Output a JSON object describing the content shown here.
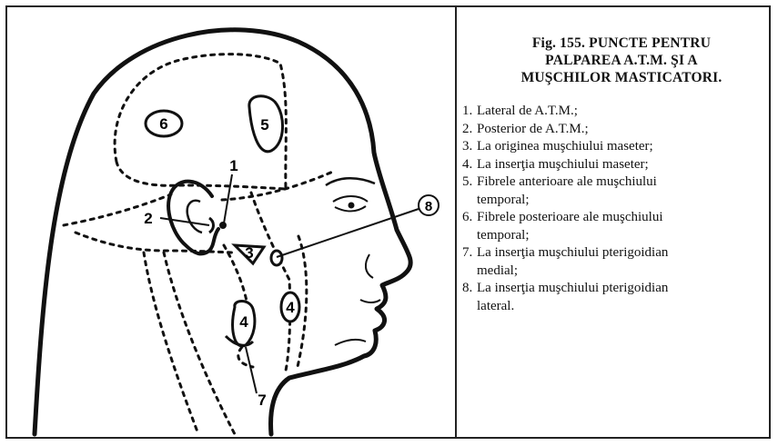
{
  "figure": {
    "title_line1": "Fig. 155. PUNCTE PENTRU",
    "title_line2": "PALPAREA A.T.M. ŞI A",
    "title_line3": "MUŞCHILOR MASTICATORI."
  },
  "legend": [
    {
      "num": "1.",
      "line1": "Lateral de A.T.M.;",
      "line2": ""
    },
    {
      "num": "2.",
      "line1": "Posterior de A.T.M.;",
      "line2": ""
    },
    {
      "num": "3.",
      "line1": "La originea muşchiului maseter;",
      "line2": ""
    },
    {
      "num": "4.",
      "line1": "La inserţia muşchiului maseter;",
      "line2": ""
    },
    {
      "num": "5.",
      "line1": "Fibrele anterioare ale muşchiului",
      "line2": "temporal;"
    },
    {
      "num": "6.",
      "line1": "Fibrele posterioare ale muşchiului",
      "line2": "temporal;"
    },
    {
      "num": "7.",
      "line1": "La inserţia muşchiului pterigoidian",
      "line2": "medial;"
    },
    {
      "num": "8.",
      "line1": "La inserţia muşchiului pterigoidian",
      "line2": "lateral."
    }
  ],
  "callouts": {
    "c1": "1",
    "c2": "2",
    "c3": "3",
    "c4a": "4",
    "c4b": "4",
    "c5": "5",
    "c6": "6",
    "c7": "7",
    "c8": "8"
  }
}
